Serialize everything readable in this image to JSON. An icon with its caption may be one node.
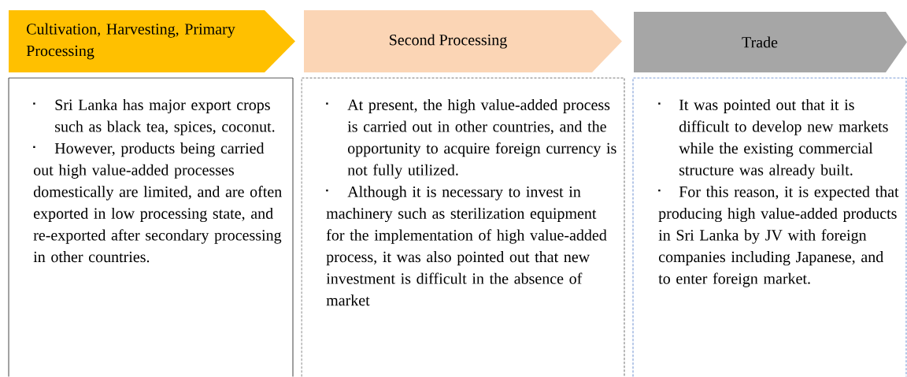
{
  "diagram": {
    "nodes": [
      {
        "text": [
          "Cultivation, Harvesting, Primary Processing"
        ]
      },
      {
        "text": [
          "Second Processing"
        ]
      },
      {
        "text": [
          "Trade"
        ]
      },
      {
        "text": [
          "Sri Lanka has major export crops such as black tea, spices, coconut.",
          "However, products being carried out high value-added processes domestically are limited, and are often exported in low processing state, and re-exported after secondary processing in other countries."
        ]
      },
      {
        "text": [
          "At present, the high value-added process is carried out in other countries, and the opportunity to acquire foreign currency is not fully utilized.",
          "Although it is necessary to invest in machinery such as sterilization equipment for the implementation of high value-added process, it was also pointed out that new investment is difficult in the absence of market"
        ]
      },
      {
        "text": [
          "It was pointed out that it is difficult to develop new markets while the existing commercial structure was already built.",
          "For this reason, it is expected that producing high value-added products in Sri Lanka by JV with foreign companies including Japanese, and to enter foreign market."
        ]
      }
    ]
  }
}
